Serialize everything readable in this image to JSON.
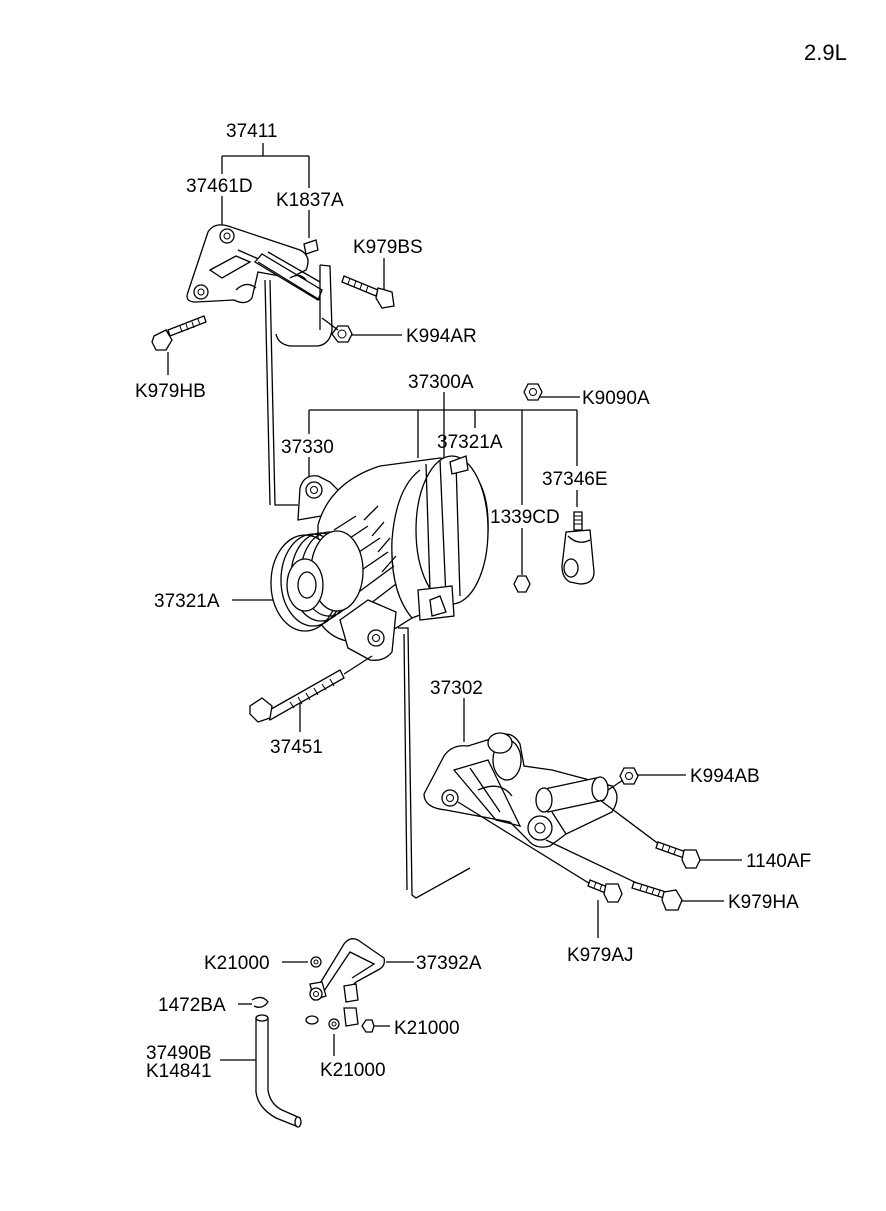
{
  "engine_label": "2.9L",
  "labels": {
    "p37411": "37411",
    "p37461D": "37461D",
    "pK1837A": "K1837A",
    "pK979BS": "K979BS",
    "pK994AR": "K994AR",
    "pK979HB": "K979HB",
    "p37300A": "37300A",
    "pK9090A": "K9090A",
    "p37330": "37330",
    "p37321A_top": "37321A",
    "p37346E": "37346E",
    "p1339CD": "1339CD",
    "p37321A_left": "37321A",
    "p37451": "37451",
    "p37302": "37302",
    "pK994AB": "K994AB",
    "p1140AF": "1140AF",
    "pK979HA": "K979HA",
    "pK979AJ": "K979AJ",
    "pK21000_a": "K21000",
    "p37392A": "37392A",
    "p1472BA": "1472BA",
    "pK21000_b": "K21000",
    "p37490B": "37490B",
    "pK14841": "K14841",
    "pK21000_c": "K21000"
  },
  "icons": {
    "bracket_upper": "alternator-upper-bracket",
    "alternator": "alternator",
    "bracket_lower": "alternator-lower-bracket",
    "oil_pipe": "oil-pipe"
  }
}
